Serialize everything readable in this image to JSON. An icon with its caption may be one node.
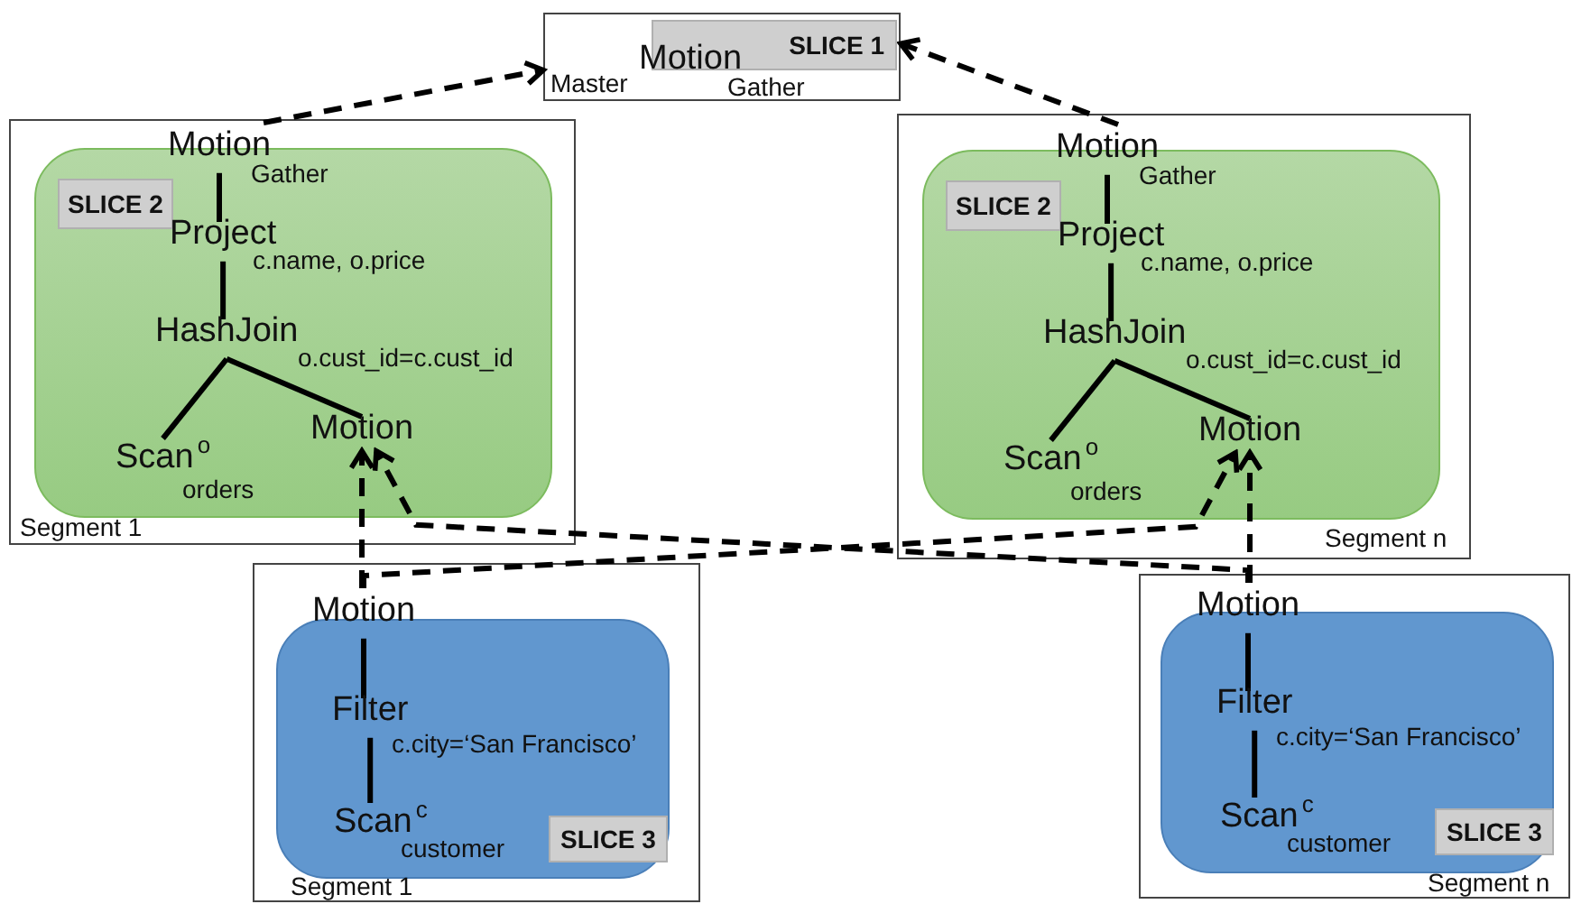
{
  "diagram": {
    "nodes": [
      {
        "text": [
          "Master"
        ]
      },
      {
        "text": [
          "SLICE 1"
        ],
        "in": 0
      },
      {
        "text": [
          "Motion",
          "Gather"
        ],
        "in": 0
      },
      {
        "text": [
          "Segment 1"
        ]
      },
      {
        "text": [],
        "shape": "box",
        "in": 3
      },
      {
        "text": [
          "SLICE 2"
        ],
        "in": 4
      },
      {
        "text": [
          "Motion",
          "Gather"
        ],
        "in": 3
      },
      {
        "text": [
          "Project",
          "c.name, o.price"
        ],
        "in": 4
      },
      {
        "text": [
          "HashJoin",
          "o.cust_id=c.cust_id"
        ],
        "in": 4
      },
      {
        "text": [
          "Scan$^{o}$",
          "orders"
        ],
        "in": 4
      },
      {
        "text": [
          "Motion"
        ],
        "in": 4
      },
      {
        "text": [
          "Segment n"
        ]
      },
      {
        "text": [],
        "shape": "box",
        "in": 11
      },
      {
        "text": [
          "SLICE 2"
        ],
        "in": 12
      },
      {
        "text": [
          "Motion",
          "Gather"
        ],
        "in": 11
      },
      {
        "text": [
          "Project",
          "c.name, o.price"
        ],
        "in": 12
      },
      {
        "text": [
          "HashJoin",
          "o.cust_id=c.cust_id"
        ],
        "in": 12
      },
      {
        "text": [
          "Scan$^{o}$",
          "orders"
        ],
        "in": 12
      },
      {
        "text": [
          "Motion"
        ],
        "in": 12
      },
      {
        "text": [
          "Segment 1"
        ]
      },
      {
        "text": [],
        "shape": "box",
        "in": 19
      },
      {
        "text": [
          "Motion"
        ],
        "in": 19
      },
      {
        "text": [
          "Filter",
          "c.city=‘San Francisco’"
        ],
        "in": 20
      },
      {
        "text": [
          "Scan$^{c}$",
          "customer"
        ],
        "in": 20
      },
      {
        "text": [
          "SLICE 3"
        ],
        "in": 20
      },
      {
        "text": [
          "Segment n"
        ]
      },
      {
        "text": [],
        "shape": "box",
        "in": 25
      },
      {
        "text": [
          "Motion"
        ],
        "in": 25
      },
      {
        "text": [
          "Filter",
          "c.city=‘San Francisco’"
        ],
        "in": 26
      },
      {
        "text": [
          "Scan$^{c}$",
          "customer"
        ],
        "in": 26
      },
      {
        "text": [
          "SLICE 3"
        ],
        "in": 26
      }
    ],
    "edges": [
      {
        "from": 6,
        "to": 0,
        "arrow": "to",
        "style": "dashed"
      },
      {
        "from": 14,
        "to": 0,
        "arrow": "to",
        "style": "dashed"
      },
      {
        "from": 6,
        "to": 7,
        "arrow": "none"
      },
      {
        "from": 7,
        "to": 8,
        "arrow": "none"
      },
      {
        "from": 8,
        "to": 9,
        "arrow": "none"
      },
      {
        "from": 8,
        "to": 10,
        "arrow": "none"
      },
      {
        "from": 14,
        "to": 15,
        "arrow": "none"
      },
      {
        "from": 15,
        "to": 16,
        "arrow": "none"
      },
      {
        "from": 16,
        "to": 17,
        "arrow": "none"
      },
      {
        "from": 16,
        "to": 18,
        "arrow": "none"
      },
      {
        "from": 21,
        "to": 22,
        "arrow": "none"
      },
      {
        "from": 22,
        "to": 23,
        "arrow": "none"
      },
      {
        "from": 27,
        "to": 28,
        "arrow": "none"
      },
      {
        "from": 28,
        "to": 29,
        "arrow": "none"
      },
      {
        "from": 21,
        "to": 10,
        "arrow": "to",
        "style": "dashed"
      },
      {
        "from": 21,
        "to": 18,
        "arrow": "to",
        "style": "dashed"
      },
      {
        "from": 27,
        "to": 18,
        "arrow": "to",
        "style": "dashed"
      },
      {
        "from": 27,
        "to": 10,
        "arrow": "to",
        "style": "dashed"
      }
    ]
  }
}
